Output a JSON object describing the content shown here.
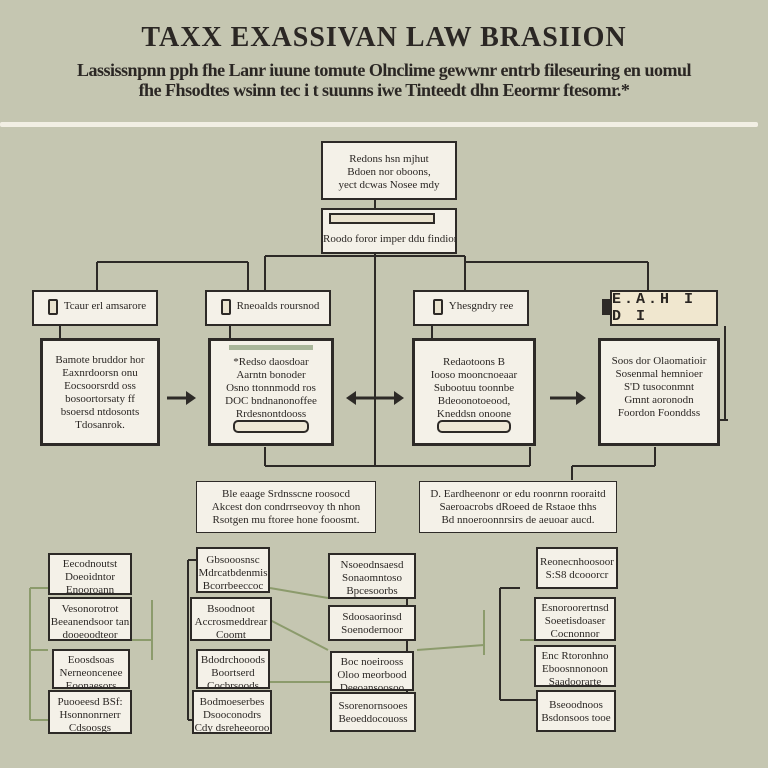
{
  "title": "TAXX EXASSIVAN LAW  BRASIION",
  "subtitle_lines": [
    "Lassissnpnn pph fhe Lanr iuune tomute Olnclime gewwnr entrb fileseuring en uomul",
    "fhe Fhsodtes wsinn tec i t suunns iwe Tinteedt dhn Eeormr ftesomr.*"
  ],
  "colors": {
    "background": "#c5c6b1",
    "box_fill": "#f4f1e8",
    "ink": "#2d2a27",
    "accent": "#a9b69a",
    "connector_green": "#8c9b6c"
  },
  "top": {
    "box": [
      "Redons hsn mjhut",
      "Bdoen nor oboons,",
      "yect dcwas Nosee mdy"
    ],
    "bar_box": "Roodo foror imper ddu findion"
  },
  "headers": [
    {
      "label": "Tcaur erl amsarore",
      "icon": "microphone-icon"
    },
    {
      "label": "Rneoalds roursnod",
      "icon": "document-icon"
    },
    {
      "label": "Yhesgndry ree",
      "icon": "microphone-icon"
    },
    {
      "label": "E.A.H I D I",
      "icon": "display-icon"
    }
  ],
  "cards": [
    {
      "lines": [
        "Bamote bruddor hor",
        "Eaxnrdoorsn onu",
        "Eocsoorsrdd oss",
        "bosoortorsaty ff",
        "bsoersd ntdosonts",
        "Tdosanrok."
      ],
      "pill": false
    },
    {
      "lines": [
        "*Redso daosdoar",
        "Aarntn bonoder",
        "Osno ttonnmodd ros",
        "DOC bndnanonoffee",
        "Rrdesnontdooss"
      ],
      "pill": true
    },
    {
      "lines": [
        "Redaotoons B",
        "Iooso mooncnoeaar",
        "Subootuu toonnbe",
        "Bdeoonotoeood,",
        "Kneddsn onoone"
      ],
      "pill": true
    },
    {
      "lines": [
        "Soos dor Olaomatioir",
        "Sosenmal hemnioer",
        "S'D tusoconmnt",
        "Gmnt aoronodn",
        "Foordon Foonddss"
      ],
      "pill": false
    }
  ],
  "mid_notes": [
    [
      "Ble eaage Srdnsscne roosocd",
      "Akcest don condrrseovoy th nhon",
      "Rsotgen mu ftoree hone fooosmt."
    ],
    [
      "D. Eardheenonr or edu roonrnn rooraitd",
      "Saeroacrobs dRoeed de Rstaoe thhs",
      "Bd nnoeroonnrsirs de aeuoar aucd."
    ]
  ],
  "columns": [
    [
      [
        "Eecodnoutst",
        "Doeoidntor",
        "Enooroann"
      ],
      [
        "Vesonorotrot",
        "Beeanendsoor tan",
        "dooeoodteor"
      ],
      [
        "Eoosdsoas",
        "Nerneoncenee",
        "Eoonaesors"
      ],
      [
        "Puooeesd BSf:",
        "Hsonnonrnerr",
        "Cdsoosgs"
      ]
    ],
    [
      [
        "Gbsooosnsc",
        "Mdrcatbdenmis",
        "Bcorrbeeccoc"
      ],
      [
        "Bsoodnoot",
        "Accrosmeddrear",
        "Coomt"
      ],
      [
        "Bdodrchooods",
        "Boortserd",
        "Cocbrsoods"
      ],
      [
        "Bodmoeserbes",
        "Dsooconodrs",
        "Cdy dsreheeoroo"
      ]
    ],
    [
      [
        "Nsoeodnsaesd",
        "Sonaomntoso",
        "Bpcesoorbs"
      ],
      [
        "Sdoosaorinsd",
        "Soenodernoor"
      ],
      [
        "Boc noeirooss",
        "Oloo meorbood",
        "Deeoansoosoo"
      ],
      [
        "Ssorenornsooes",
        "Beoeddocouoss"
      ]
    ],
    [
      [
        "Reonecnhoosoor",
        "S:S8 dcooorcr"
      ],
      [
        "Esnoroorertnsd",
        "Soeetisdoaser",
        "Cocnonnor"
      ],
      [
        "Enc Rtoronhno",
        "Eboosnnonoon",
        "Saadoorarte"
      ],
      [
        "Bseoodnoos",
        "Bsdonsoos tooe"
      ]
    ]
  ]
}
